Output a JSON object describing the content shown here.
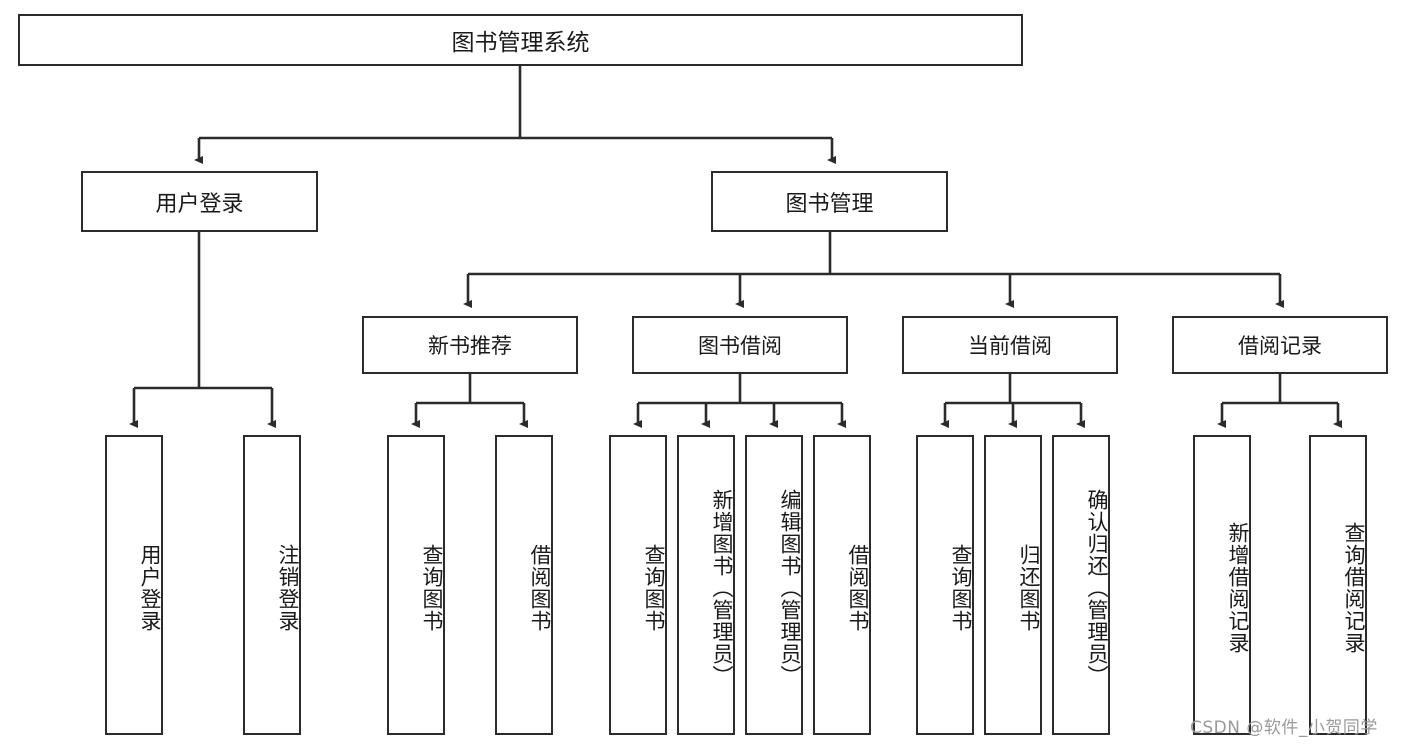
{
  "diagram": {
    "title": "图书管理系统",
    "type": "tree-hierarchy",
    "root": {
      "label": "图书管理系统"
    },
    "level2": [
      {
        "label": "用户登录"
      },
      {
        "label": "图书管理"
      }
    ],
    "level3": [
      {
        "label": "新书推荐"
      },
      {
        "label": "图书借阅"
      },
      {
        "label": "当前借阅"
      },
      {
        "label": "借阅记录"
      }
    ],
    "leaves": {
      "user_login": [
        {
          "label": "用户登录"
        },
        {
          "label": "注销登录"
        }
      ],
      "new_book_recommend": [
        {
          "label": "查询图书"
        },
        {
          "label": "借阅图书"
        }
      ],
      "book_borrow": [
        {
          "label": "查询图书"
        },
        {
          "label": "新增图书（管理员）"
        },
        {
          "label": "编辑图书（管理员）"
        },
        {
          "label": "借阅图书"
        }
      ],
      "current_borrow": [
        {
          "label": "查询图书"
        },
        {
          "label": "归还图书"
        },
        {
          "label": "确认归还（管理员）"
        }
      ],
      "borrow_record": [
        {
          "label": "新增借阅记录"
        },
        {
          "label": "查询借阅记录"
        }
      ]
    }
  },
  "watermark": {
    "text": "CSDN @软件_小贺同学"
  },
  "colors": {
    "border": "#2b2b2b",
    "background": "#ffffff",
    "text": "#1a1a1a",
    "watermark": "#9a9a9a"
  }
}
